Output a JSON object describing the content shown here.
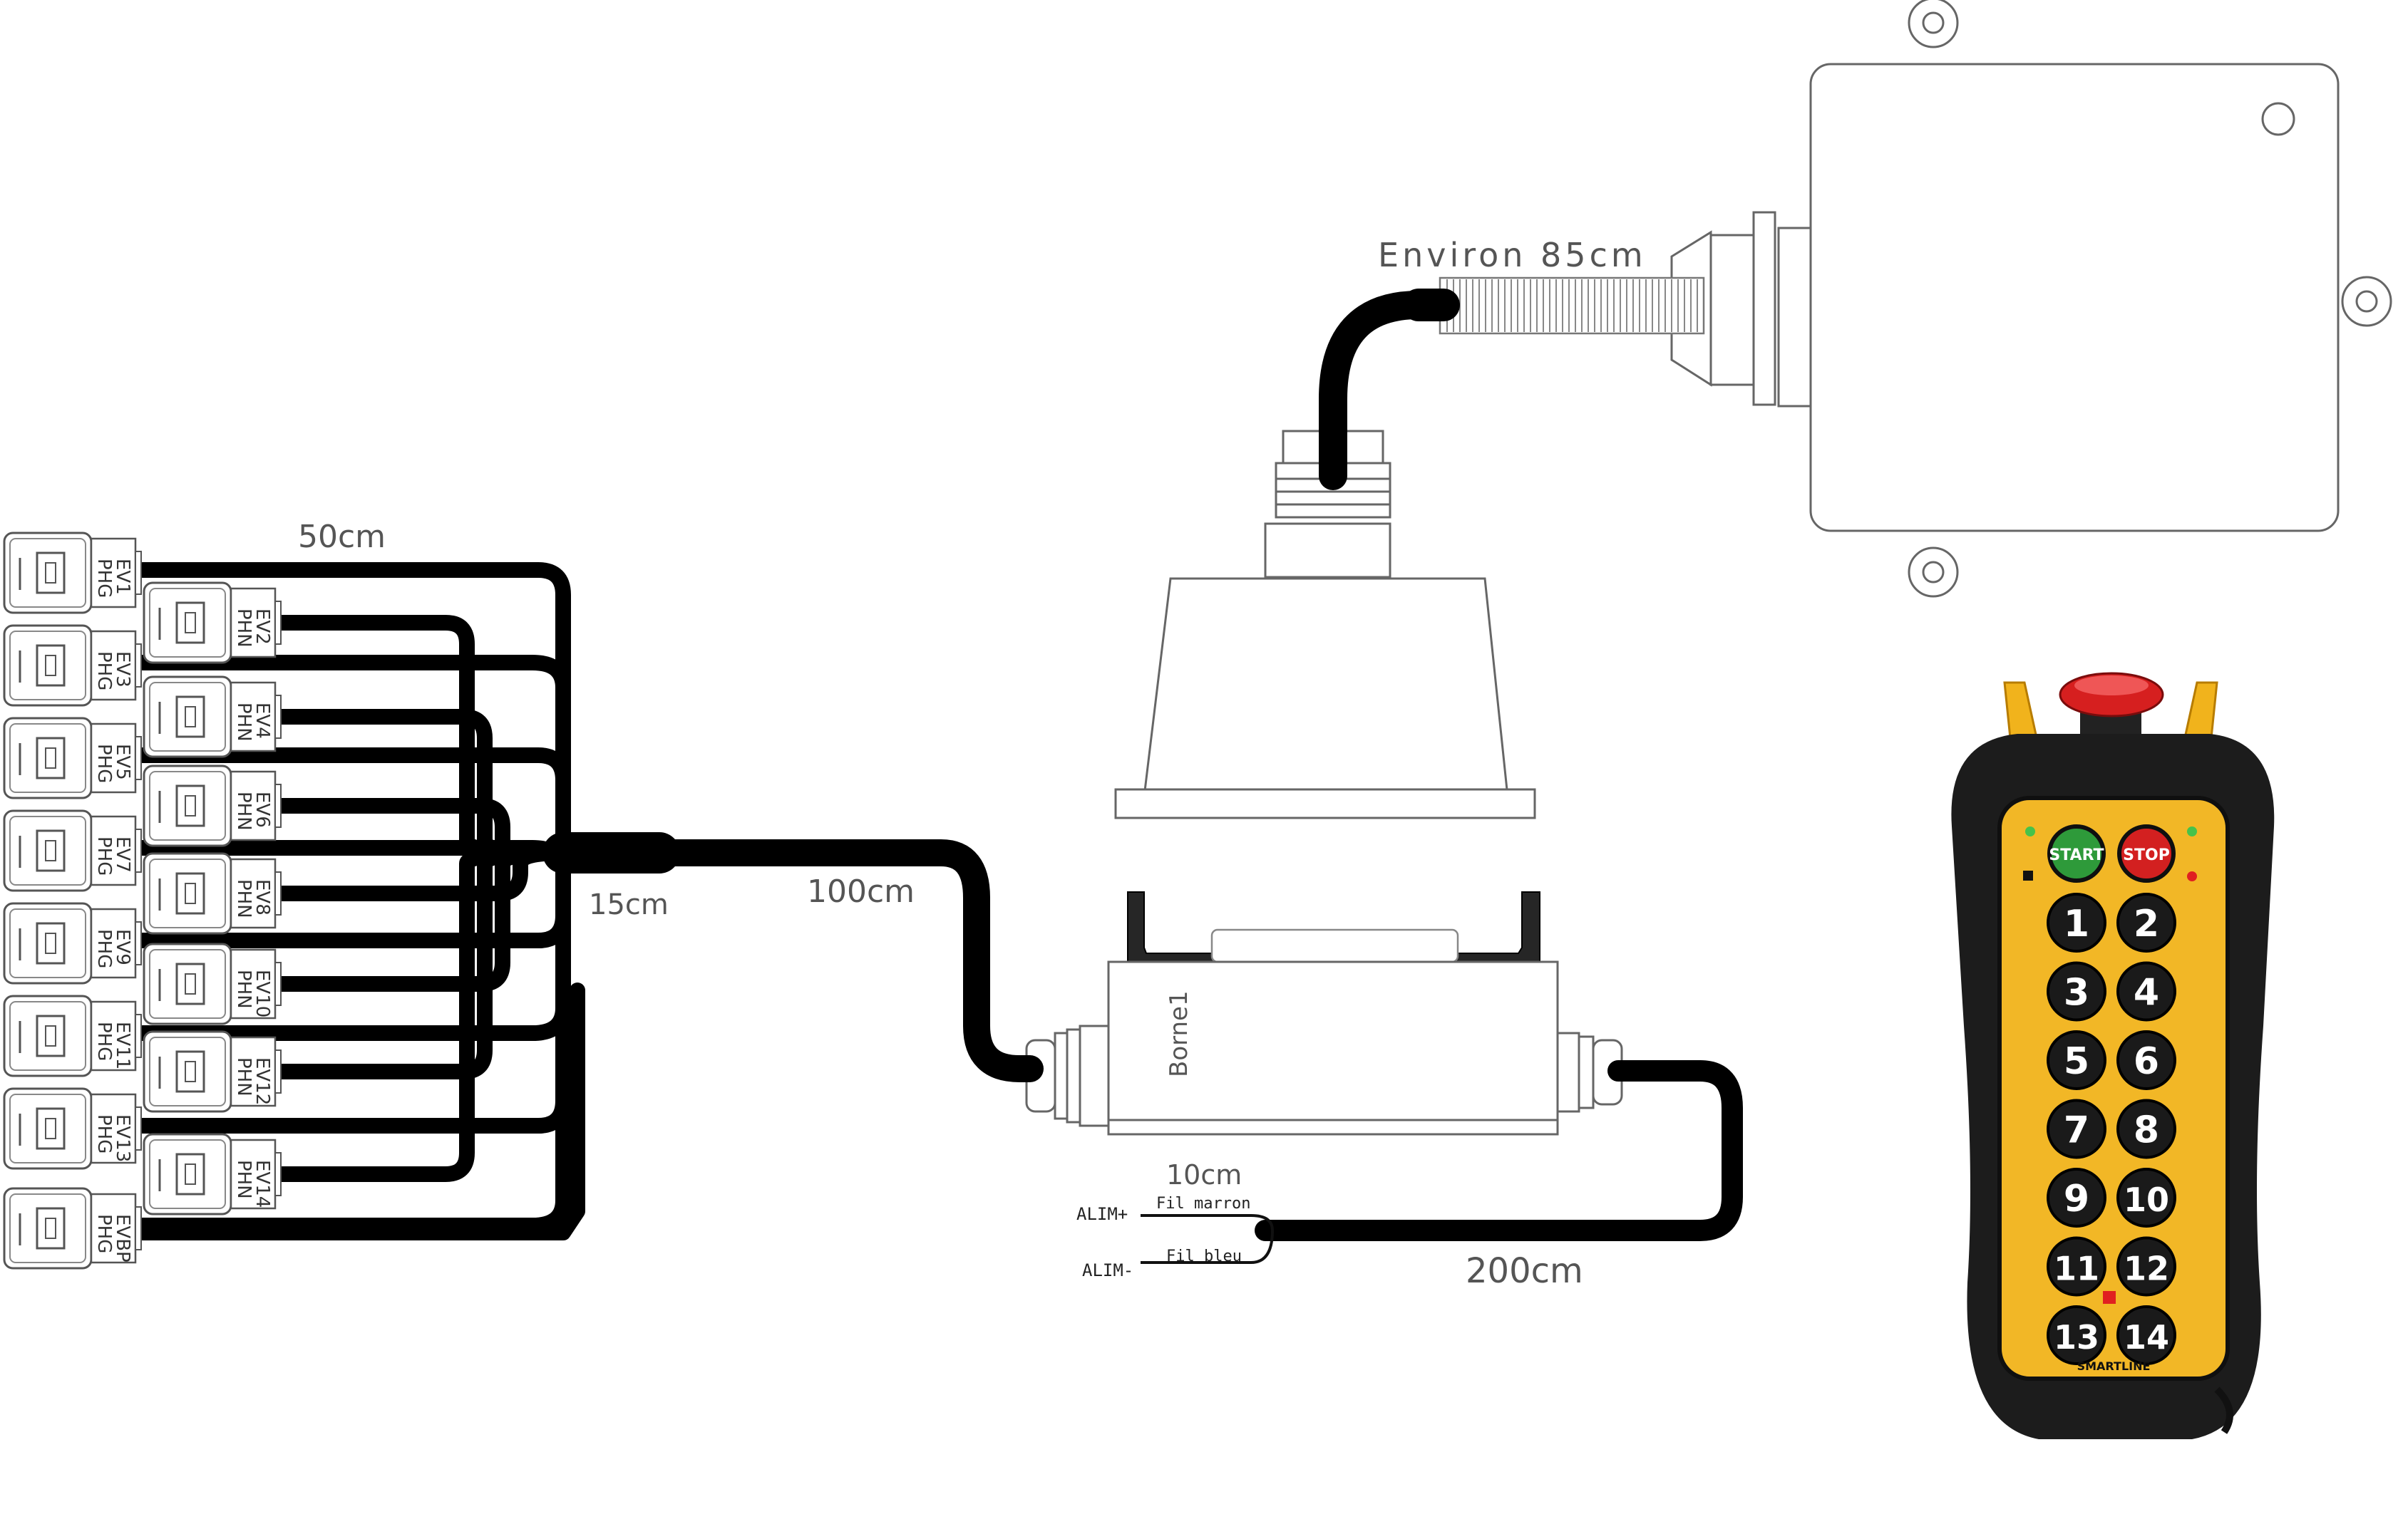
{
  "labels": {
    "harness_length": "50cm",
    "branch_length": "15cm",
    "main_cable_length": "100cm",
    "receiver_cable_length": "Environ 85cm",
    "junction_box": "Borne1",
    "power_cable_length": "10cm",
    "supply_cable_length": "200cm",
    "alim_plus": "ALIM+",
    "alim_minus": "ALIM-",
    "wire_brown": "Fil marron",
    "wire_blue": "Fil bleu"
  },
  "connectors_left": [
    {
      "type": "PHG",
      "id": "EV1"
    },
    {
      "type": "PHG",
      "id": "EV3"
    },
    {
      "type": "PHG",
      "id": "EV5"
    },
    {
      "type": "PHG",
      "id": "EV7"
    },
    {
      "type": "PHG",
      "id": "EV9"
    },
    {
      "type": "PHG",
      "id": "EV11"
    },
    {
      "type": "PHG",
      "id": "EV13"
    },
    {
      "type": "PHG",
      "id": "EVBP"
    }
  ],
  "connectors_right": [
    {
      "type": "PHN",
      "id": "EV2"
    },
    {
      "type": "PHN",
      "id": "EV4"
    },
    {
      "type": "PHN",
      "id": "EV6"
    },
    {
      "type": "PHN",
      "id": "EV8"
    },
    {
      "type": "PHN",
      "id": "EV10"
    },
    {
      "type": "PHN",
      "id": "EV12"
    },
    {
      "type": "PHN",
      "id": "EV14"
    }
  ],
  "remote": {
    "start_label": "START",
    "stop_label": "STOP",
    "brand": "SMARTLINE",
    "buttons": [
      "1",
      "2",
      "3",
      "4",
      "5",
      "6",
      "7",
      "8",
      "9",
      "10",
      "11",
      "12",
      "13",
      "14"
    ],
    "colors": {
      "body": "#1c1c1c",
      "face": "#f2b726",
      "start": "#2e9a3a",
      "stop": "#d32020",
      "emergency": "#d61f1f",
      "ears": "#f1b31c",
      "button": "#1a1a1a"
    }
  }
}
